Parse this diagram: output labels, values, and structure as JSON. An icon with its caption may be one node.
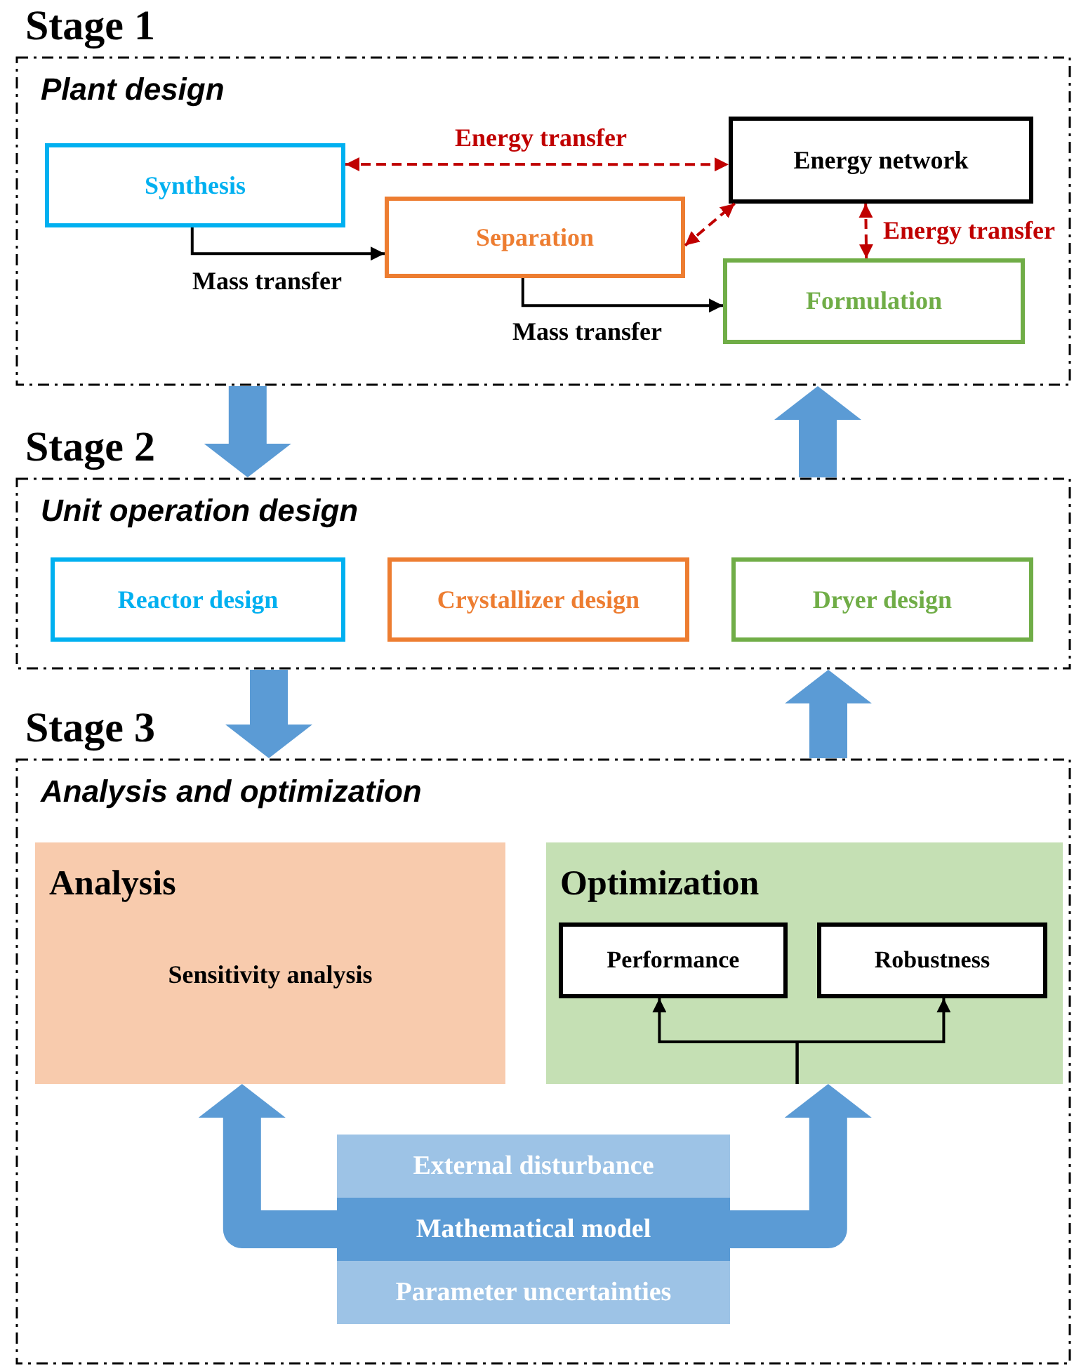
{
  "diagram": {
    "nodes": [
      {
        "text": [
          "Stage 1",
          "Plant design"
        ]
      },
      {
        "text": [
          "Synthesis"
        ],
        "in": 0
      },
      {
        "text": [
          "Separation"
        ],
        "in": 0
      },
      {
        "text": [
          "Energy network"
        ],
        "in": 0
      },
      {
        "text": [
          "Formulation"
        ],
        "in": 0
      },
      {
        "text": [
          "Stage 2",
          "Unit operation design"
        ]
      },
      {
        "text": [
          "Reactor design"
        ],
        "in": 5
      },
      {
        "text": [
          "Crystallizer design"
        ],
        "in": 5
      },
      {
        "text": [
          "Dryer design"
        ],
        "in": 5
      },
      {
        "text": [
          "Stage 3",
          "Analysis and optimization"
        ]
      },
      {
        "text": [
          "Analysis",
          "Sensitivity analysis"
        ],
        "in": 9
      },
      {
        "text": [
          "Optimization"
        ],
        "in": 9
      },
      {
        "text": [
          "Performance"
        ],
        "in": 11
      },
      {
        "text": [
          "Robustness"
        ],
        "in": 11
      },
      {
        "text": [
          "External disturbance"
        ],
        "in": 9
      },
      {
        "text": [
          "Mathematical model"
        ],
        "in": 9
      },
      {
        "text": [
          "Parameter uncertainties"
        ],
        "in": 9
      }
    ],
    "edges": [
      {
        "from": 1,
        "to": 2,
        "arrow": "to",
        "label": "Mass transfer",
        "color": "#000000"
      },
      {
        "from": 2,
        "to": 4,
        "arrow": "to",
        "label": "Mass transfer",
        "color": "#000000"
      },
      {
        "from": 1,
        "to": 3,
        "arrow": "both",
        "label": "Energy transfer",
        "style": "dashed",
        "color": "#c00000"
      },
      {
        "from": 2,
        "to": 3,
        "arrow": "both",
        "style": "dashed",
        "color": "#c00000"
      },
      {
        "from": 3,
        "to": 4,
        "arrow": "both",
        "label": "Energy transfer",
        "style": "dashed",
        "color": "#c00000"
      },
      {
        "from": 0,
        "to": 5,
        "arrow": "to",
        "style": "thick",
        "color": "#5b9bd5"
      },
      {
        "from": 5,
        "to": 0,
        "arrow": "to",
        "style": "thick",
        "color": "#5b9bd5"
      },
      {
        "from": 5,
        "to": 9,
        "arrow": "to",
        "style": "thick",
        "color": "#5b9bd5"
      },
      {
        "from": 9,
        "to": 5,
        "arrow": "to",
        "style": "thick",
        "color": "#5b9bd5"
      },
      {
        "from": 11,
        "to": 12,
        "arrow": "to",
        "color": "#000000"
      },
      {
        "from": 11,
        "to": 13,
        "arrow": "to",
        "color": "#000000"
      },
      {
        "from": 15,
        "to": 10,
        "arrow": "to",
        "style": "thick",
        "color": "#5b9bd5"
      },
      {
        "from": 15,
        "to": 11,
        "arrow": "to",
        "style": "thick",
        "color": "#5b9bd5"
      }
    ]
  }
}
